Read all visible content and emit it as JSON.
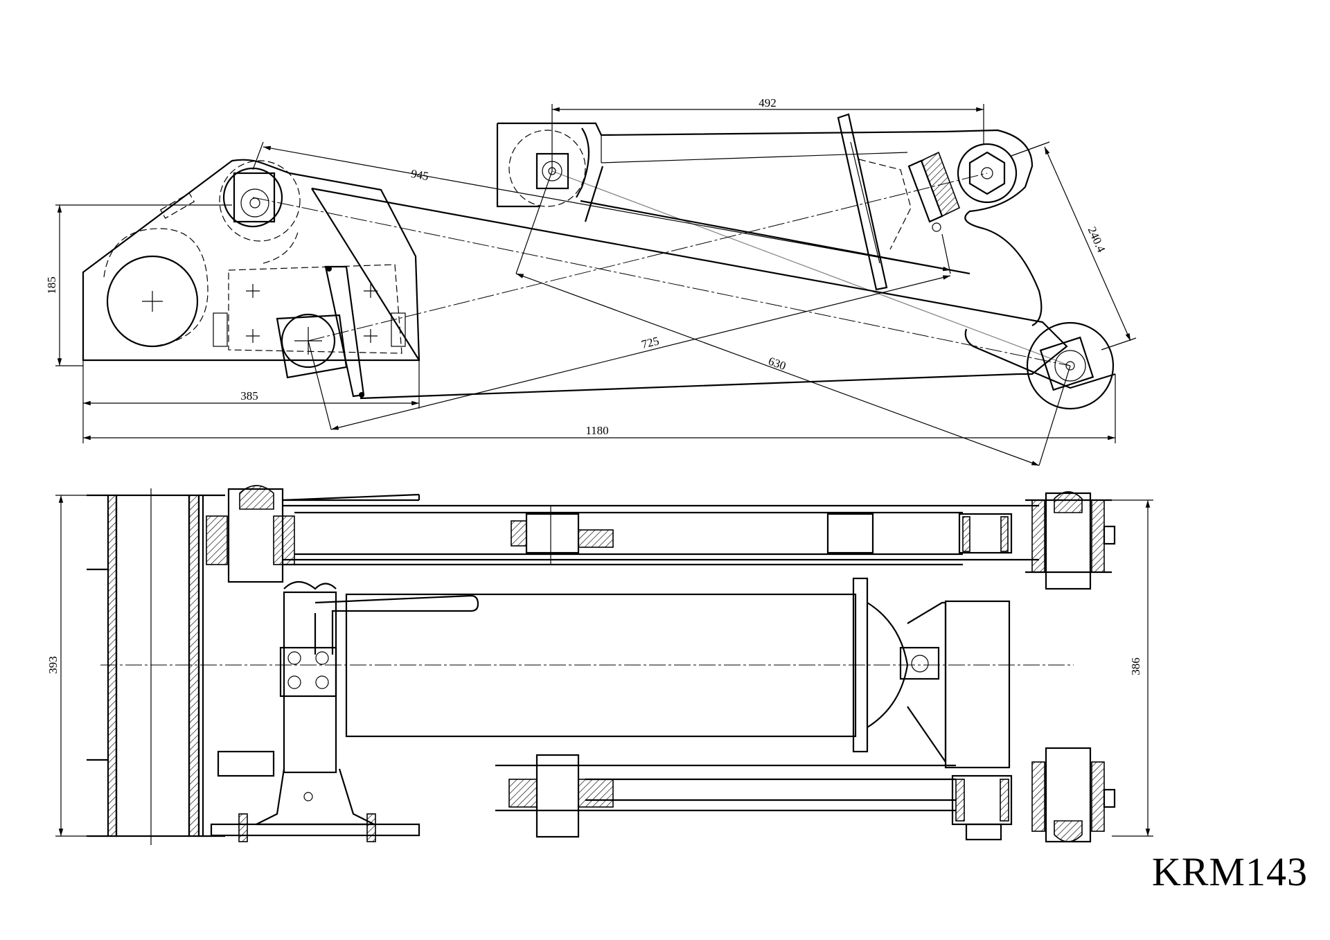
{
  "title": "KRM143",
  "side_view": {
    "dimensions": [
      "492",
      "945",
      "185",
      "240.4",
      "725",
      "630",
      "385",
      "1180"
    ]
  },
  "top_view": {
    "dimensions": [
      "393",
      "386"
    ]
  }
}
